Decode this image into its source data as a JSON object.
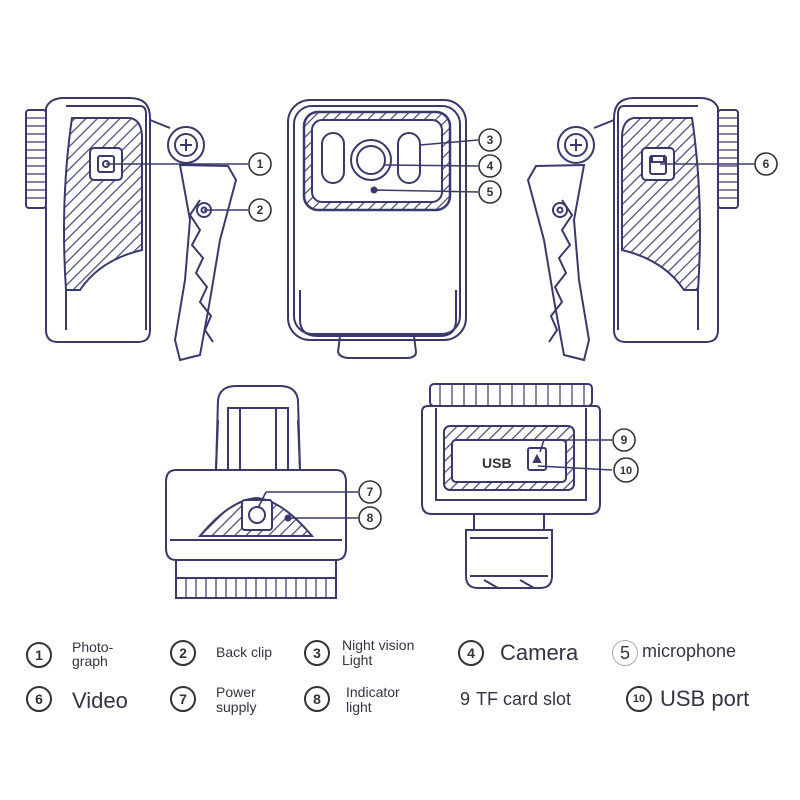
{
  "callouts": [
    "1",
    "2",
    "3",
    "4",
    "5",
    "6",
    "7",
    "8",
    "9",
    "10"
  ],
  "usb_panel_text": "USB",
  "legend": [
    {
      "num": "1",
      "lines": [
        "Photo-",
        "graph"
      ]
    },
    {
      "num": "2",
      "lines": [
        "Back clip"
      ]
    },
    {
      "num": "3",
      "lines": [
        "Night vision",
        "Light"
      ]
    },
    {
      "num": "4",
      "lines": [
        "Camera"
      ]
    },
    {
      "num": "5",
      "lines": [
        "microphone"
      ]
    },
    {
      "num": "6",
      "lines": [
        "Video"
      ]
    },
    {
      "num": "7",
      "lines": [
        "Power",
        "supply"
      ]
    },
    {
      "num": "8",
      "lines": [
        "Indicator",
        "light"
      ]
    },
    {
      "num": "9",
      "lines": [
        "TF card slot"
      ]
    },
    {
      "num": "10",
      "lines": [
        "USB port"
      ]
    }
  ],
  "colors": {
    "line": "#3a3a6a",
    "hatch": "#4a4a7a",
    "text": "#333344"
  }
}
